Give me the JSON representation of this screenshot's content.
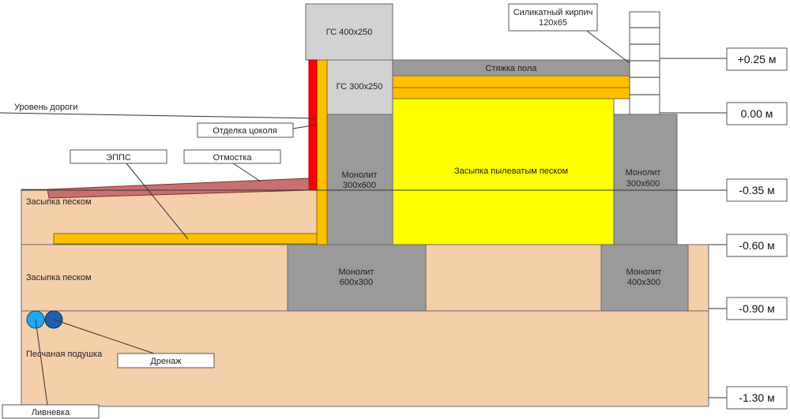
{
  "colors": {
    "sand": "#f5cfaa",
    "concrete": "#9a9a9a",
    "concrete_light": "#d2d2d2",
    "yellow_fill": "#ffff00",
    "xps": "#ffc000",
    "red_finish": "#ff0000",
    "pavement": "#c87070",
    "drain_light": "#22a7ee",
    "drain_dark": "#1f5fb0"
  },
  "blocks": {
    "gs_top": "ГС 400х250",
    "gs_mid": "ГС 300х250",
    "monolith_left_title": "Монолит",
    "monolith_left_size": "300х600",
    "monolith_right_title": "Монолит",
    "monolith_right_size": "300х600",
    "footing_left_title": "Монолит",
    "footing_left_size": "600х300",
    "footing_right_title": "Монолит",
    "footing_right_size": "400х300",
    "screed": "Стяжка пола",
    "dust_sand_fill": "Засыпка пылеватым песком"
  },
  "zones": {
    "sand_fill_upper": "Засыпка песком",
    "sand_fill_middle": "Засыпка песком",
    "sand_cushion": "Песчаная подушка"
  },
  "callouts": {
    "brick_line1": "Силикатный кирпич",
    "brick_line2": "120х65",
    "road_level": "Уровень дороги",
    "plinth_finish": "Отделка цоколя",
    "xps": "ЭППС",
    "blind_area": "Отмостка",
    "drainage": "Дренаж",
    "storm_drain": "Ливневка"
  },
  "levels": [
    "+0.25 м",
    "0.00 м",
    "-0.35 м",
    "-0.60 м",
    "-0.90 м",
    "-1.30 м"
  ]
}
